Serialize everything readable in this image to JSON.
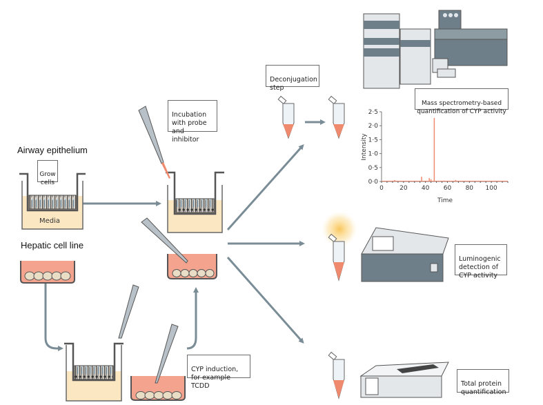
{
  "labels": {
    "airway_epithelium": "Airway epithelium",
    "hepatic_cell_line": "Hepatic cell line",
    "media": "Media"
  },
  "callouts": {
    "grow_cells": "Grow\ncells",
    "incubation": "Incubation\nwith probe\nand inhibitor",
    "deconjugation": "Deconjugation\nstep",
    "mass_spec": "Mass spectrometry-based\nquantification of CYP activity",
    "luminogenic": "Luminogenic\ndetection of\nCYP activity",
    "total_protein": "Total protein\nquantification",
    "cyp_induction": "CYP induction,\nfor example TCDD"
  },
  "colors": {
    "arrow": "#7a8c96",
    "media_yellow": "#fbe7c2",
    "media_red": "#f4a48e",
    "tube_liquid": "#f08a6e",
    "instrument_dark": "#6e7f89",
    "instrument_light": "#e3e7ea",
    "glow": "#f9c04a",
    "chart_line": "#f08a6e"
  },
  "chart_data": {
    "type": "line",
    "title": "",
    "xlabel": "Time",
    "ylabel": "Intensity",
    "xlim": [
      0,
      115
    ],
    "ylim": [
      0,
      2.5
    ],
    "x_ticks": [
      "0",
      "20",
      "40",
      "60",
      "80",
      "100"
    ],
    "y_ticks": [
      "0·0",
      "0·5",
      "1·0",
      "1·5",
      "2·0",
      "2·5"
    ],
    "peaks": [
      {
        "x": 12,
        "y": 0.05
      },
      {
        "x": 36.5,
        "y": 0.17
      },
      {
        "x": 43.5,
        "y": 0.12
      },
      {
        "x": 45,
        "y": 0.08
      },
      {
        "x": 48,
        "y": 2.28
      },
      {
        "x": 57,
        "y": 0.03
      },
      {
        "x": 67.5,
        "y": 0.05
      }
    ],
    "grid": false
  }
}
